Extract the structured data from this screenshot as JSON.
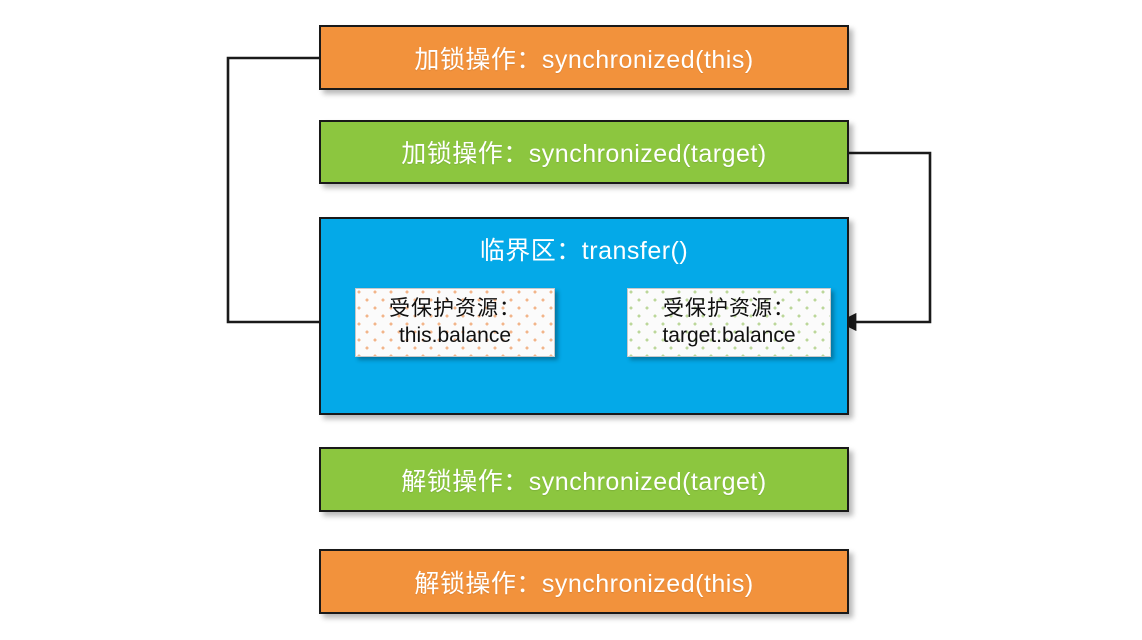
{
  "diagram": {
    "title_semantic": "synchronized-lock-ordering-diagram",
    "colors": {
      "orange": "#F2923C",
      "green": "#8CC63F",
      "blue": "#04A9E8",
      "box_border": "#191919",
      "resource_bg": "#FBFBFB",
      "connector": "#1A1A1A",
      "label_text": "#FFFFFF",
      "resource_text": "#111111"
    },
    "rows": [
      {
        "id": "lock-this",
        "color_name": "orange",
        "label": "加锁操作：synchronized(this)"
      },
      {
        "id": "lock-target",
        "color_name": "green",
        "label": "加锁操作：synchronized(target)"
      },
      {
        "id": "unlock-target",
        "color_name": "green",
        "label": "解锁操作：synchronized(target)"
      },
      {
        "id": "unlock-this",
        "color_name": "orange",
        "label": "解锁操作：synchronized(this)"
      }
    ],
    "critical_section": {
      "title": "临界区：transfer()",
      "resources": [
        {
          "id": "this-balance",
          "heading": "受保护资源：",
          "value": "this.balance",
          "dots": "orange"
        },
        {
          "id": "target-balance",
          "heading": "受保护资源：",
          "value": "target.balance",
          "dots": "green"
        }
      ]
    },
    "connectors": [
      {
        "id": "this-lock-to-this-balance",
        "from": "lock-this",
        "to": "this-balance",
        "side": "left",
        "arrow": "right"
      },
      {
        "id": "target-lock-to-target-balance",
        "from": "lock-target",
        "to": "target-balance",
        "side": "right",
        "arrow": "left"
      }
    ]
  }
}
